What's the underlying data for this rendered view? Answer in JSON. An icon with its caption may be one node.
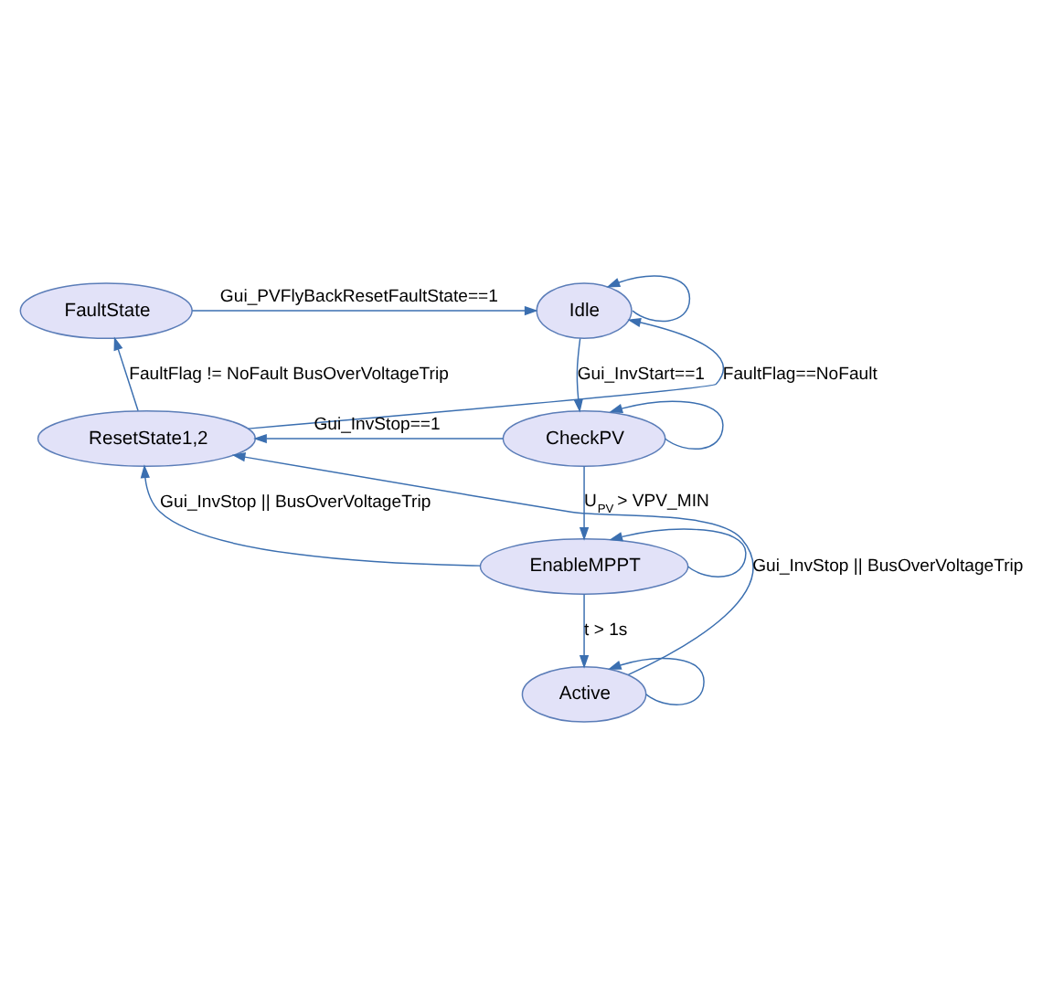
{
  "diagram": {
    "nodes": [
      {
        "text": [
          "FaultState"
        ]
      },
      {
        "text": [
          "Idle"
        ]
      },
      {
        "text": [
          "ResetState1,2"
        ]
      },
      {
        "text": [
          "CheckPV"
        ]
      },
      {
        "text": [
          "EnableMPPT"
        ]
      },
      {
        "text": [
          "Active"
        ]
      }
    ],
    "edges": [
      {
        "from": 0,
        "to": 1,
        "arrow": "to",
        "label": "Gui_PVFlyBackResetFaultState==1"
      },
      {
        "from": 2,
        "to": 1,
        "arrow": "to",
        "label": "FaultFlag==NoFault"
      },
      {
        "from": 1,
        "to": 1,
        "arrow": "to"
      },
      {
        "from": 2,
        "to": 0,
        "arrow": "to",
        "label": "FaultFlag != NoFault BusOverVoltageTrip"
      },
      {
        "from": 1,
        "to": 3,
        "arrow": "to",
        "label": "Gui_InvStart==1"
      },
      {
        "from": 3,
        "to": 3,
        "arrow": "to"
      },
      {
        "from": 3,
        "to": 2,
        "arrow": "to",
        "label": "Gui_InvStop==1"
      },
      {
        "from": 3,
        "to": 4,
        "arrow": "to",
        "label": "U$_{PV}$ > VPV_MIN"
      },
      {
        "from": 4,
        "to": 4,
        "arrow": "to"
      },
      {
        "from": 4,
        "to": 2,
        "arrow": "to",
        "label": "Gui_InvStop || BusOverVoltageTrip"
      },
      {
        "from": 4,
        "to": 5,
        "arrow": "to",
        "label": "t > 1s"
      },
      {
        "from": 5,
        "to": 5,
        "arrow": "to"
      },
      {
        "from": 5,
        "to": 2,
        "arrow": "to",
        "label": "Gui_InvStop || BusOverVoltageTrip"
      }
    ]
  }
}
